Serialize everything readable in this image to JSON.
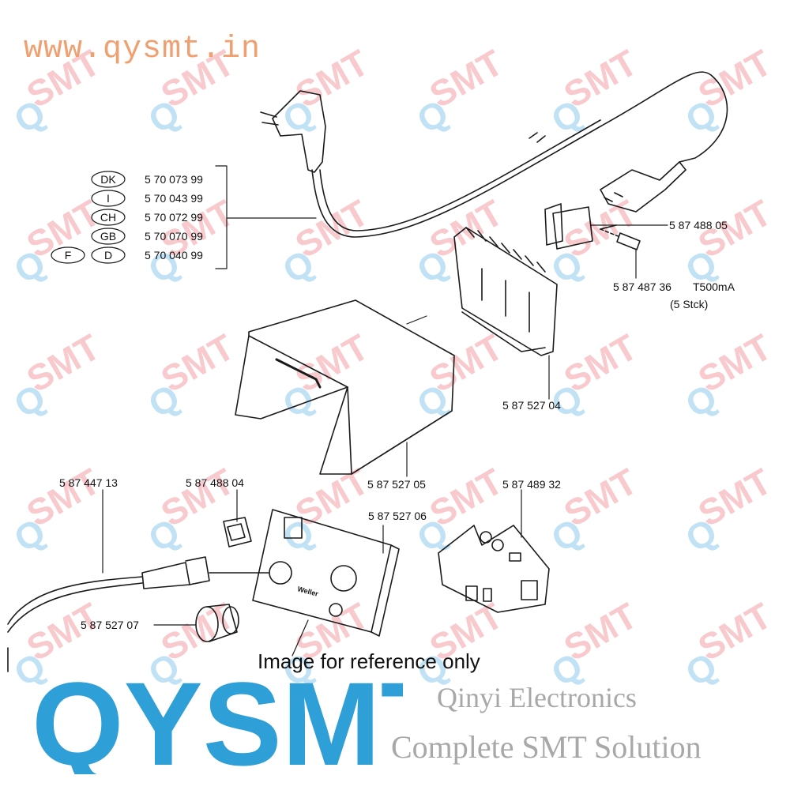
{
  "watermark_url": "www.qysmt.in",
  "watermark_logo_text": "QYSMT",
  "reference_note": "Image for reference only",
  "brand": {
    "logo_text": "QYSMT",
    "line1": "Qinyi Electronics",
    "line2": "Complete SMT Solution",
    "color_blue": "#2f9fd8",
    "color_red": "#e8505b"
  },
  "cord_variants": [
    {
      "country": "DK",
      "part": "5 70 073 99"
    },
    {
      "country": "I",
      "part": "5 70 043 99"
    },
    {
      "country": "CH",
      "part": "5 70 072 99"
    },
    {
      "country": "GB",
      "part": "5 70 070 99"
    },
    {
      "country": "F",
      "country2": "D",
      "part": "5 70 040 99"
    }
  ],
  "parts": {
    "socket": "5 87 488 05",
    "fuse": "5 87 487 36",
    "fuse_rating": "T500mA",
    "fuse_qty": "(5  Stck)",
    "heatsink": "5 87 527 04",
    "cover": "5 87 527 05",
    "switch": "5 87 488 04",
    "board": "5 87 489 32",
    "front_panel": "5 87 527 06",
    "iron_cable": "5 87 447 13",
    "knob": "5 87 527 07"
  },
  "panel_brand": "Weller"
}
